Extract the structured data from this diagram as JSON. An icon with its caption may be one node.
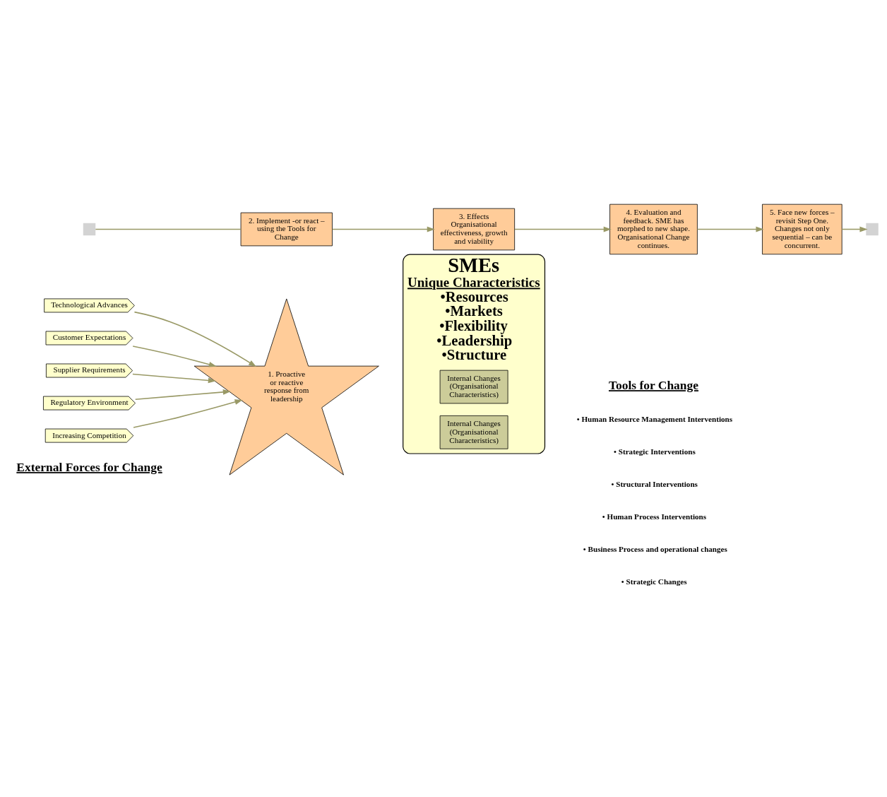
{
  "diagram": {
    "nodes": [
      {
        "text": [
          "Technological Advances"
        ]
      },
      {
        "text": [
          "Customer Expectations"
        ]
      },
      {
        "text": [
          "Supplier Requirements"
        ]
      },
      {
        "text": [
          "Regulatory Environment"
        ]
      },
      {
        "text": [
          "Increasing Competition"
        ]
      },
      {
        "text": [
          "1. Proactive or reactive response from leadership"
        ]
      },
      {
        "text": [
          "SMEs",
          "Unique Characteristics",
          "•Resources",
          "•Markets",
          "•Flexibility",
          "•Leadership",
          "•Structure"
        ]
      },
      {
        "text": [
          "Internal Changes (Organisational Characteristics)"
        ],
        "in": 6
      },
      {
        "text": [
          "Internal Changes (Organisational Characteristics)"
        ],
        "in": 6
      },
      {
        "text": [
          "2. Implement -or react – using the Tools for Change"
        ]
      },
      {
        "text": [
          "3. Effects Organisational effectiveness, growth and viability"
        ]
      },
      {
        "text": [
          "4. Evaluation and feedback. SME has morphed to new shape. Organisational Change continues."
        ]
      },
      {
        "text": [
          "5. Face new forces – revisit Step One. Changes not only sequential – can be concurrent."
        ]
      }
    ],
    "edges": [
      {
        "from": 0,
        "to": 5,
        "arrow": "to"
      },
      {
        "from": 1,
        "to": 5,
        "arrow": "to"
      },
      {
        "from": 2,
        "to": 5,
        "arrow": "to"
      },
      {
        "from": 3,
        "to": 5,
        "arrow": "to"
      },
      {
        "from": 4,
        "to": 5,
        "arrow": "to"
      },
      {
        "from": null,
        "to": 9,
        "arrow": "none"
      },
      {
        "from": 9,
        "to": 10,
        "arrow": "to"
      },
      {
        "from": 10,
        "to": 11,
        "arrow": "to"
      },
      {
        "from": 11,
        "to": 12,
        "arrow": "to"
      },
      {
        "from": 12,
        "to": null,
        "arrow": "to"
      }
    ],
    "labels": [
      "External Forces for Change",
      "Tools for Change",
      "• Human Resource Management Interventions",
      "• Strategic Interventions",
      "• Structural Interventions",
      "• Human Process Interventions",
      "• Business Process and operational changes",
      "• Strategic Changes"
    ]
  }
}
